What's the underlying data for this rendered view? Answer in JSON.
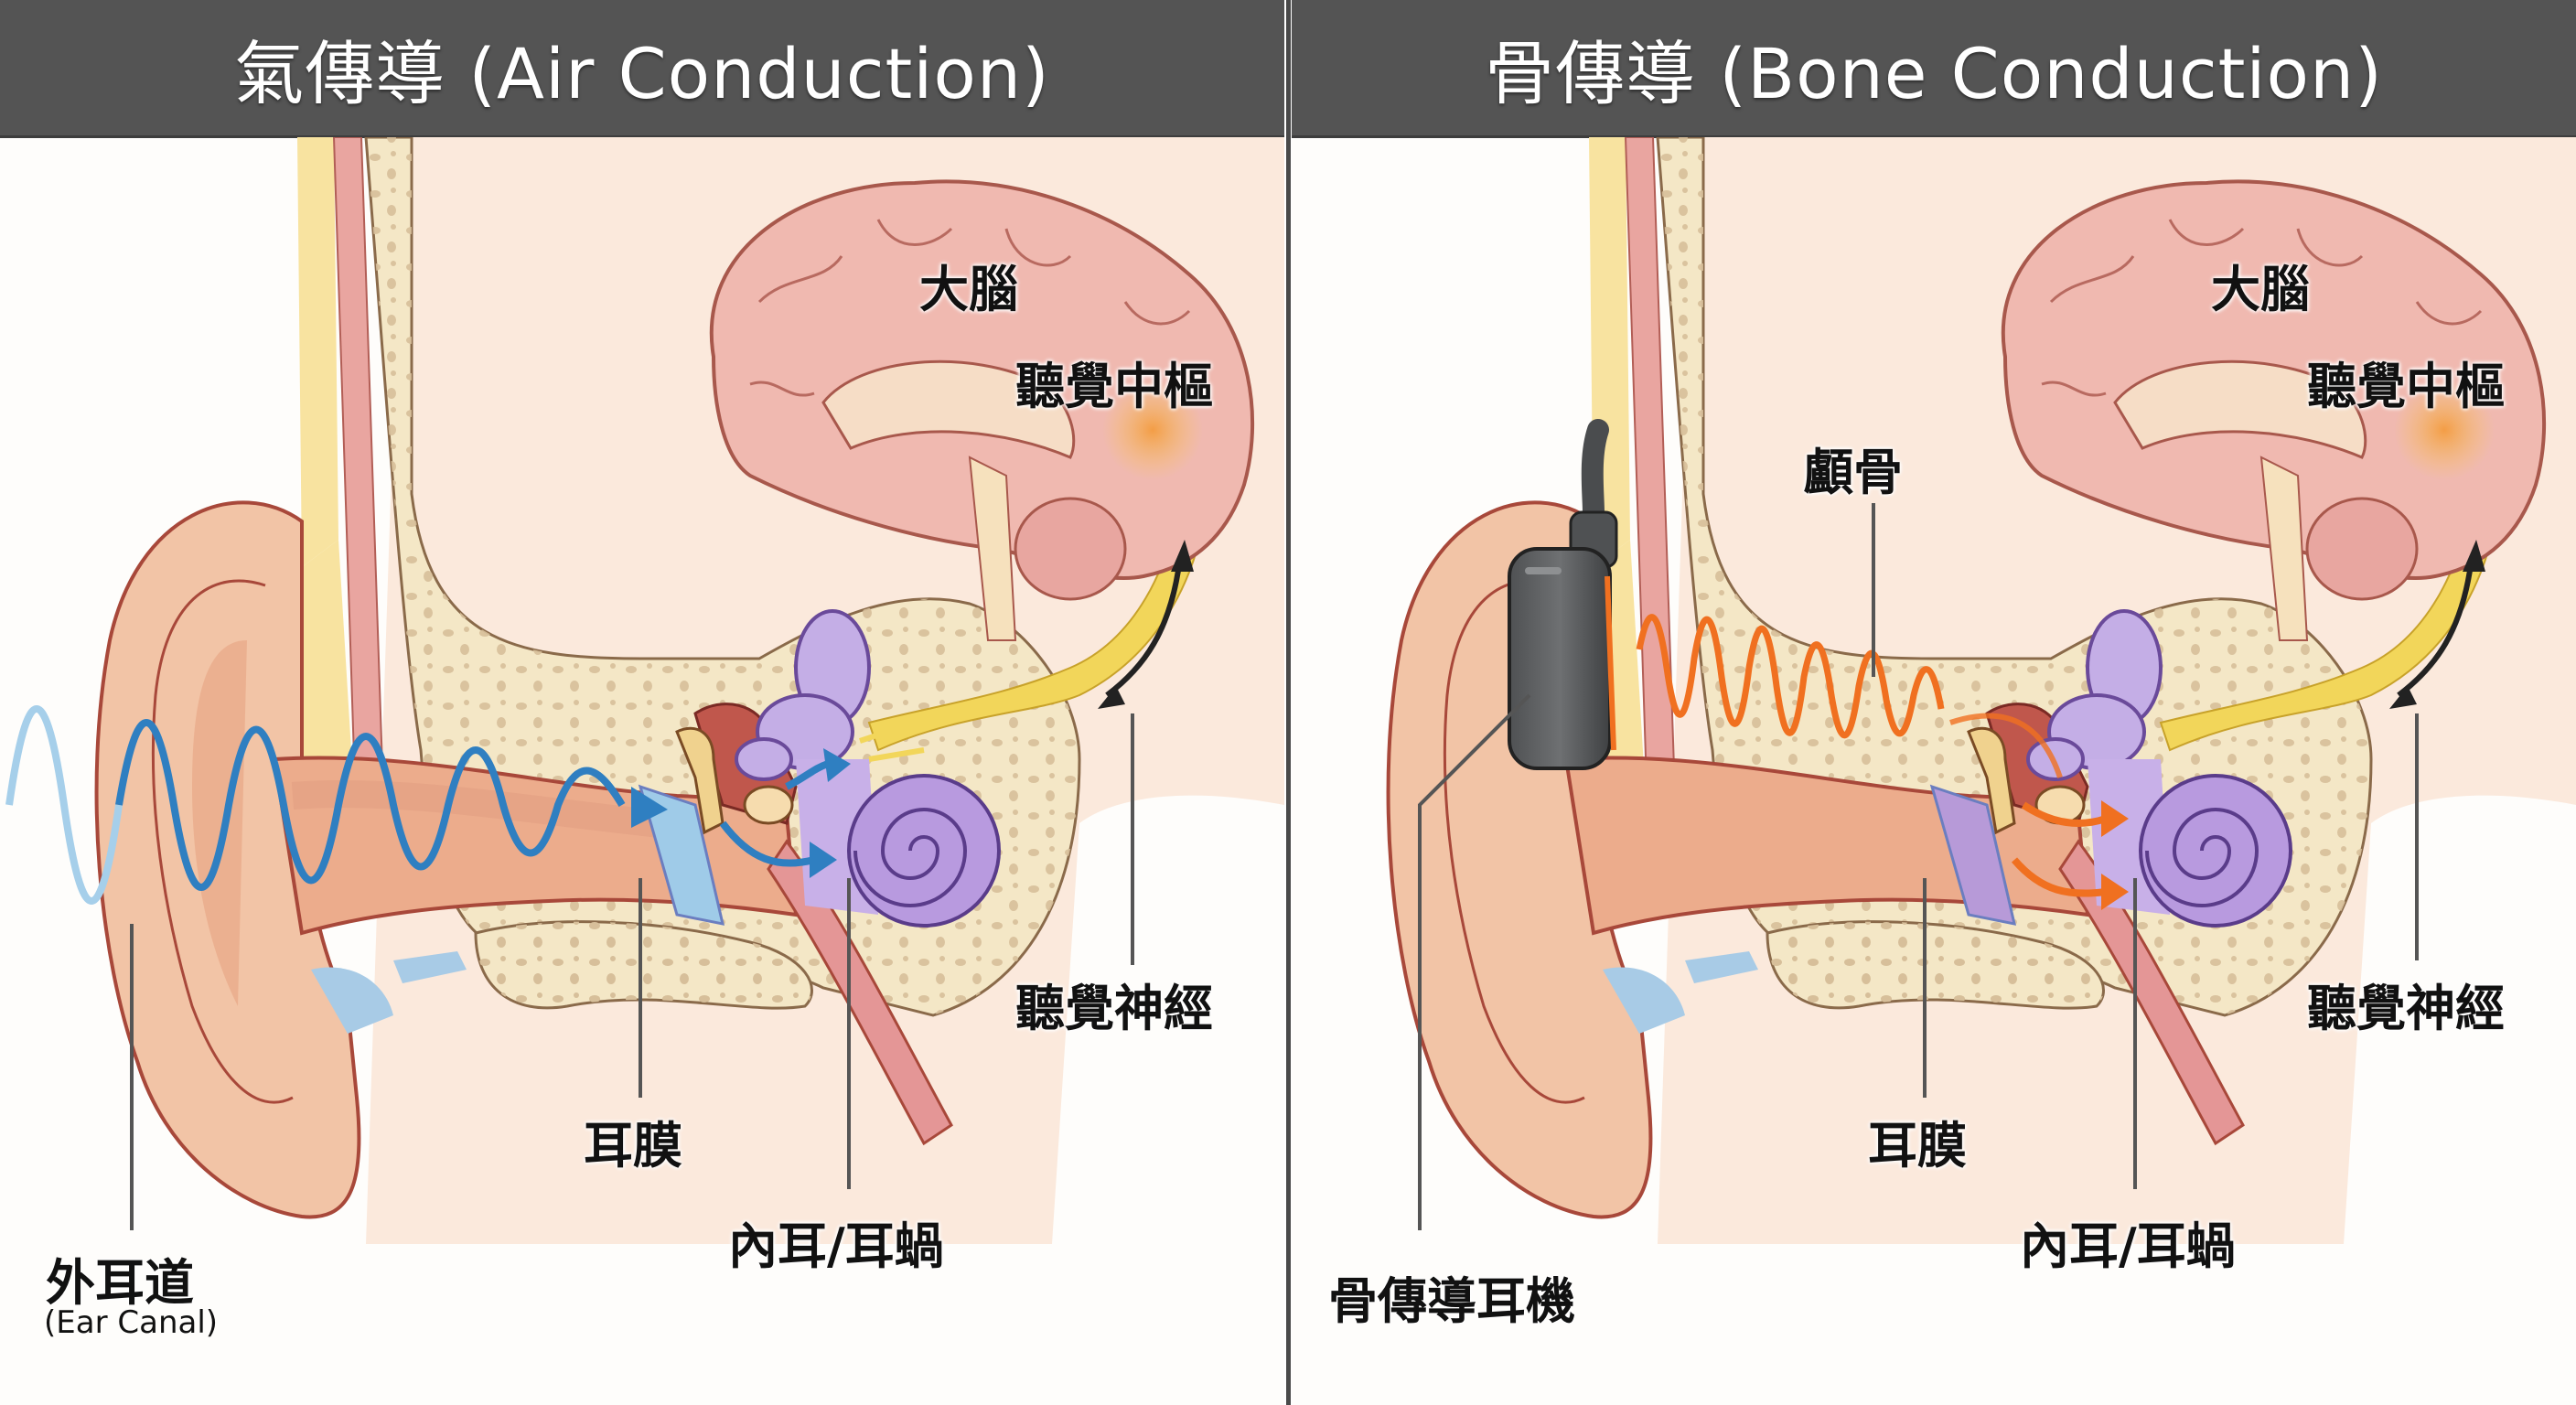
{
  "panels": [
    {
      "id": "air",
      "title": "氣傳導 (Air Conduction)",
      "wave_color": "#2f7fc1",
      "labels": {
        "brain": "大腦",
        "auditory_center": "聽覺中樞",
        "auditory_nerve": "聽覺神經",
        "eardrum": "耳膜",
        "inner_ear": "內耳/耳蝸",
        "ear_canal": "外耳道",
        "ear_canal_en": "(Ear Canal)"
      }
    },
    {
      "id": "bone",
      "title": "骨傳導 (Bone Conduction)",
      "wave_color": "#f07020",
      "labels": {
        "brain": "大腦",
        "auditory_center": "聽覺中樞",
        "temporal_bone": "顱骨",
        "auditory_nerve": "聽覺神經",
        "eardrum": "耳膜",
        "inner_ear": "內耳/耳蝸",
        "headphone": "骨傳導耳機"
      }
    }
  ],
  "colors": {
    "header_bg": "#545454",
    "skin": "#f2c4a6",
    "skin_outline": "#a8483a",
    "bone": "#f4e7c6",
    "bone_spots": "#d7bf9a",
    "fat": "#f8e3a0",
    "brain": "#f0b9b0",
    "cochlea": "#b89adf",
    "nerve": "#f2d65a",
    "eardrum_air": "#9fcbe8",
    "eardrum_bone": "#b79ad8",
    "headphone": "#5e6062"
  }
}
